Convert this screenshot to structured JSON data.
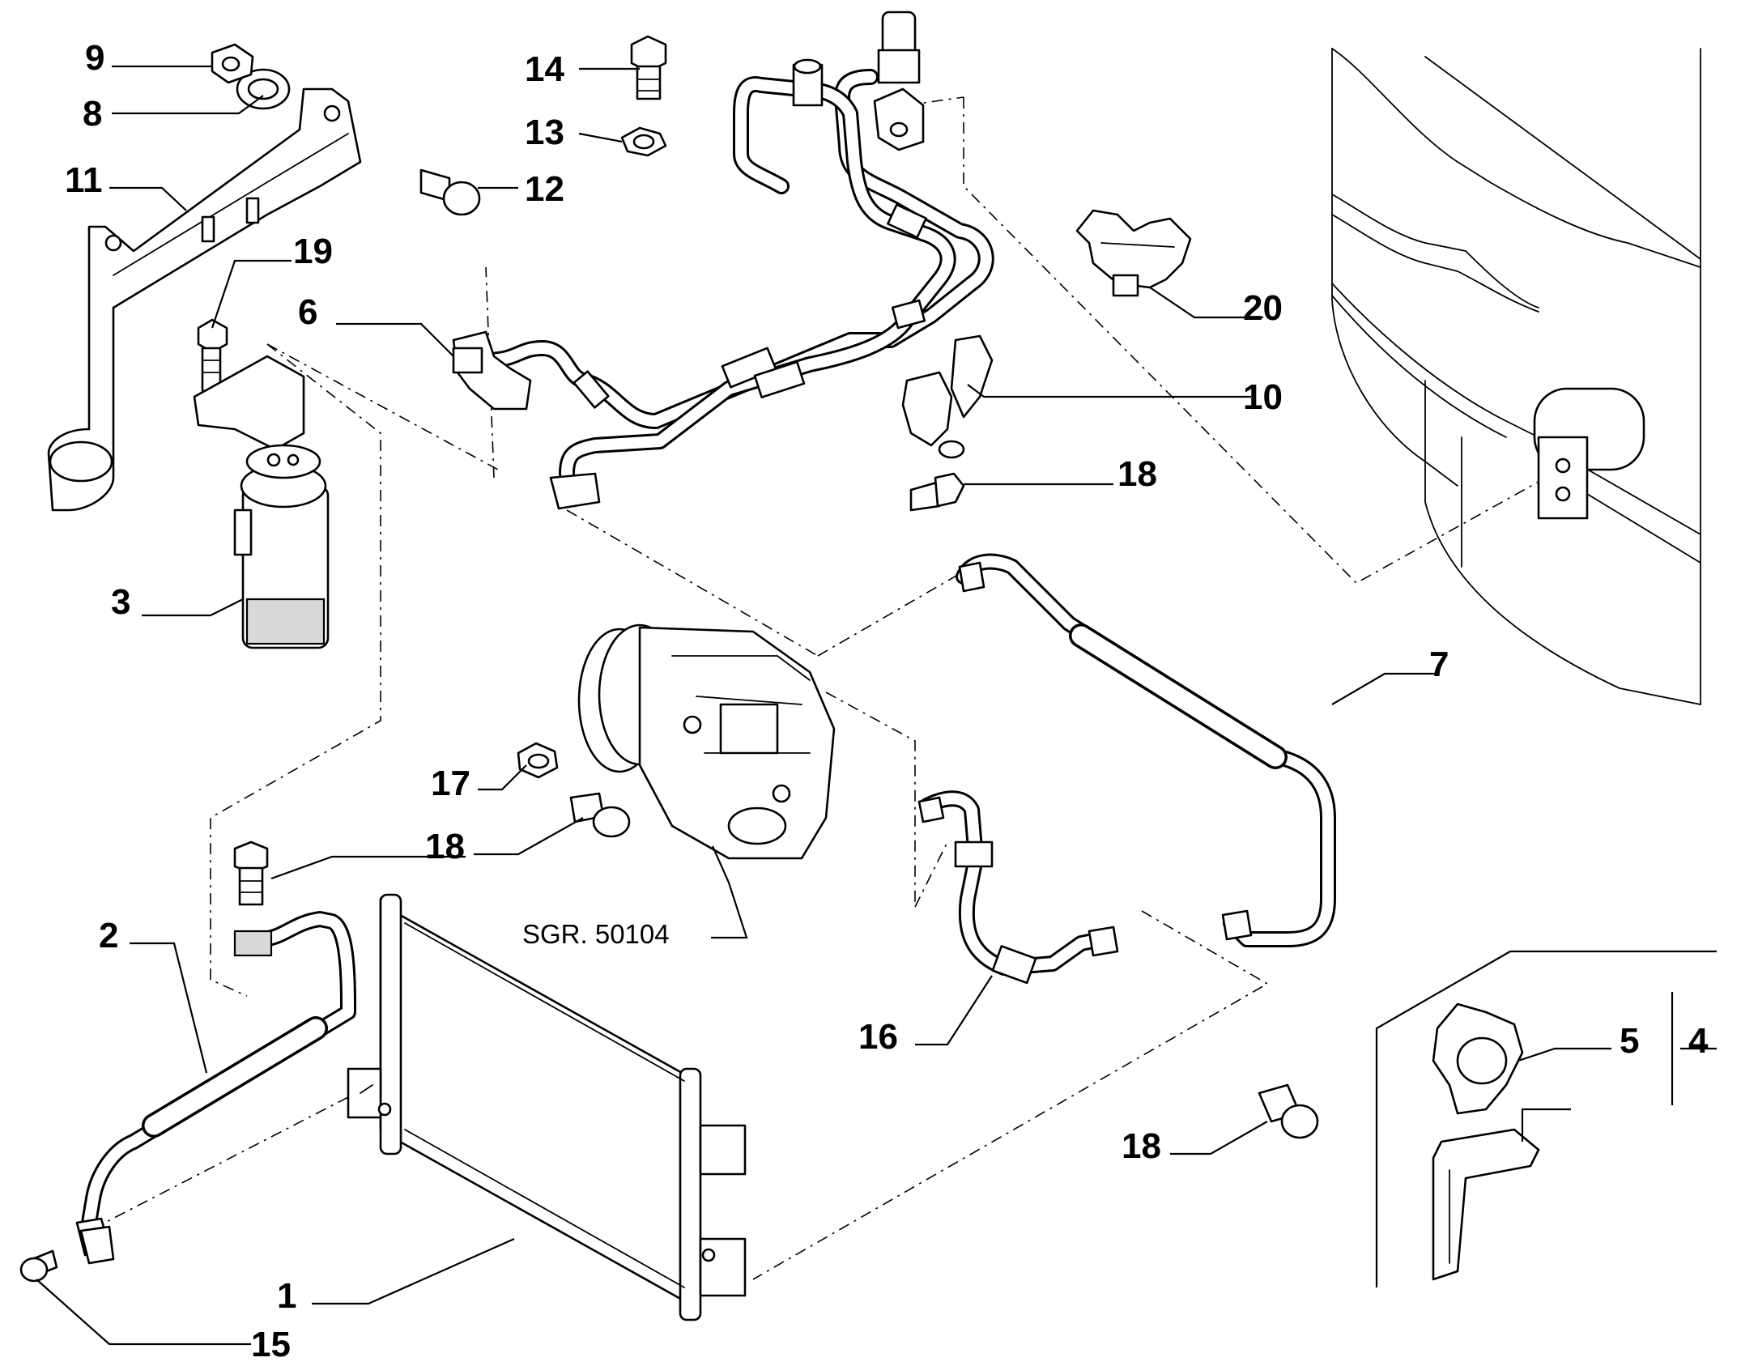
{
  "callouts": {
    "c1": "1",
    "c2": "2",
    "c3": "3",
    "c4": "4",
    "c5": "5",
    "c6": "6",
    "c7": "7",
    "c8": "8",
    "c9": "9",
    "c10": "10",
    "c11": "11",
    "c12": "12",
    "c13": "13",
    "c14": "14",
    "c15": "15",
    "c16": "16",
    "c17": "17",
    "c18a": "18",
    "c18b": "18",
    "c18c": "18",
    "c19": "19",
    "c20": "20"
  },
  "reference_label": "SGR. 50104"
}
